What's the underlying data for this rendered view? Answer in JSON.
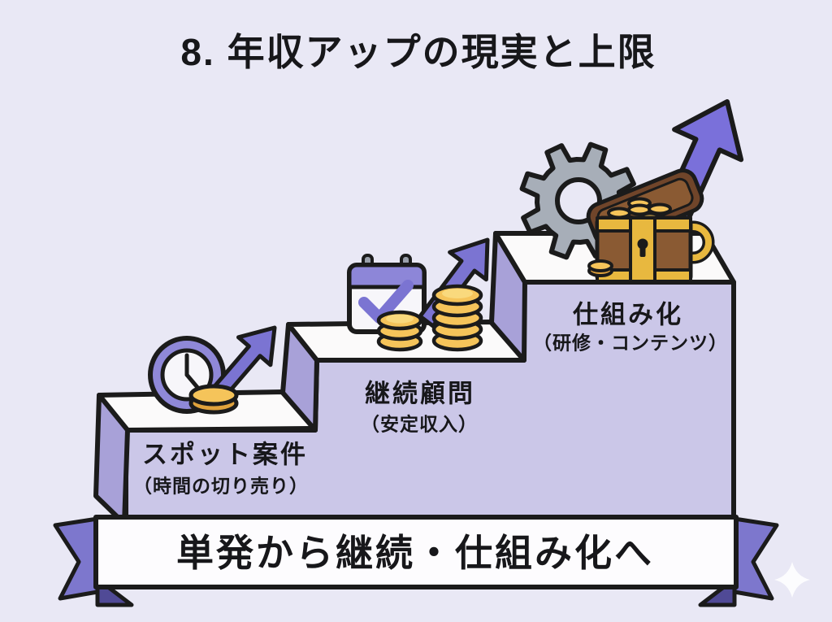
{
  "title": "8. 年収アップの現実と上限",
  "steps": [
    {
      "label": "スポット案件",
      "sublabel": "（時間の切り売り）",
      "icons": [
        "clock-icon",
        "coin-icon",
        "growth-arrow-icon"
      ]
    },
    {
      "label": "継続顧問",
      "sublabel": "（安定収入）",
      "icons": [
        "calendar-check-icon",
        "coin-stacks-icon",
        "growth-arrow-icon"
      ]
    },
    {
      "label": "仕組み化",
      "sublabel": "（研修・コンテンツ）",
      "icons": [
        "gear-icon",
        "treasure-chest-icon",
        "growth-arrow-icon"
      ]
    }
  ],
  "banner": {
    "label": "単発から継続・仕組み化へ"
  },
  "colors": {
    "background": "#e9e8f5",
    "step_front": "#cbc7e8",
    "step_side": "#a8a1d8",
    "step_top": "#fbfafa",
    "arrow_purple": "#7b74d2",
    "ribbon_purple": "#7d77cd",
    "ribbon_fold": "#504a96",
    "outline_black": "#1b1b1b",
    "gold": "#f5c45a",
    "gold_dark": "#e0a23c",
    "gear_gray": "#a7aeb8",
    "chest_brown": "#8a5a33",
    "chest_dark_brown": "#70452a",
    "trim_gold": "#e8b83f",
    "banner_white": "#fdfcfe"
  }
}
